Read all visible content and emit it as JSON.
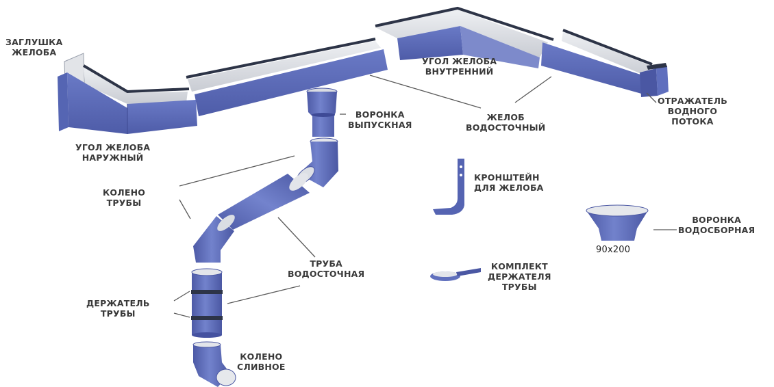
{
  "colors": {
    "metal_blue": "#5f6fbe",
    "metal_blue_dark": "#4a57a3",
    "inner_light": "#e4e6ea",
    "rim_dark": "#2d3447",
    "leader_line": "#5a5a5a"
  },
  "labels": {
    "gutter_end_cap": [
      "ЗАГЛУШКА",
      "ЖЕЛОБА"
    ],
    "outer_gutter_corner": [
      "УГОЛ ЖЕЛОБА",
      "НАРУЖНЫЙ"
    ],
    "inner_gutter_corner": [
      "УГОЛ ЖЕЛОБА",
      "ВНУТРЕННИЙ"
    ],
    "water_flow_deflector": [
      "ОТРАЖАТЕЛЬ",
      "ВОДНОГО",
      "ПОТОКА"
    ],
    "outlet_funnel": [
      "ВОРОНКА",
      "ВЫПУСКНАЯ"
    ],
    "gutter": [
      "ЖЕЛОБ",
      "ВОДОСТОЧНЫЙ"
    ],
    "pipe_elbow": [
      "КОЛЕНО",
      "ТРУБЫ"
    ],
    "gutter_bracket": [
      "КРОНШТЕЙН",
      "ДЛЯ ЖЕЛОБА"
    ],
    "collecting_funnel": [
      "ВОРОНКА",
      "ВОДОСБОРНАЯ"
    ],
    "collecting_funnel_size": "90x200",
    "downpipe": [
      "ТРУБА",
      "ВОДОСТОЧНАЯ"
    ],
    "pipe_holder_kit": [
      "КОМПЛЕКТ",
      "ДЕРЖАТЕЛЯ",
      "ТРУБЫ"
    ],
    "pipe_holder": [
      "ДЕРЖАТЕЛЬ",
      "ТРУБЫ"
    ],
    "drain_elbow": [
      "КОЛЕНО",
      "СЛИВНОЕ"
    ]
  }
}
